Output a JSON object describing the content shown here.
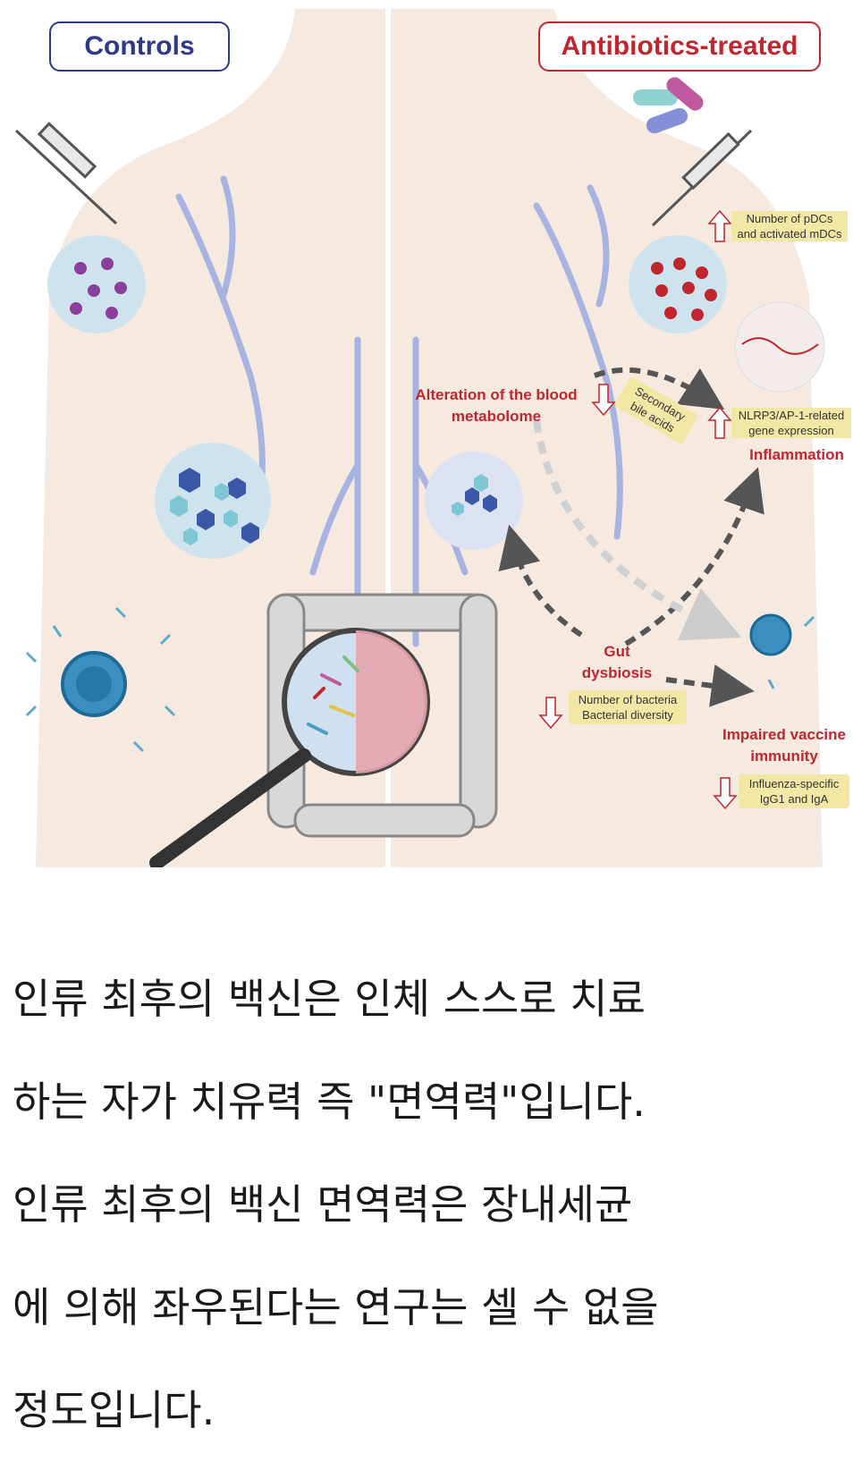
{
  "figure": {
    "left_title": "Controls",
    "right_title": "Antibiotics-treated",
    "pdc_note_line1": "Number of pDCs",
    "pdc_note_line2": "and activated mDCs",
    "metabolome_line1": "Alteration of the blood",
    "metabolome_line2": "metabolome",
    "bile_line1": "Secondary",
    "bile_line2": "bile acids",
    "nlrp_line1": "NLRP3/AP-1-related",
    "nlrp_line2": "gene expression",
    "inflammation": "Inflammation",
    "gut_line1": "Gut",
    "gut_line2": "dysbiosis",
    "bacteria_line1": "Number of bacteria",
    "bacteria_line2": "Bacterial diversity",
    "vaccine_line1": "Impaired vaccine",
    "vaccine_line2": "immunity",
    "igg_line1": "Influenza-specific",
    "igg_line2": "IgG1 and IgA",
    "colors": {
      "controls": "#2e3a88",
      "treated": "#c0262d",
      "skin": "#f6e9e0",
      "vein": "#8f9fd6",
      "note": "#f3e7a6"
    }
  },
  "article": {
    "line1": "인류 최후의 백신은 인체 스스로 치료",
    "line2": "하는 자가 치유력 즉 \"면역력\"입니다.",
    "line3": "인류 최후의 백신 면역력은 장내세균",
    "line4": "에 의해 좌우된다는 연구는 셀 수 없을",
    "line5": "정도입니다."
  }
}
